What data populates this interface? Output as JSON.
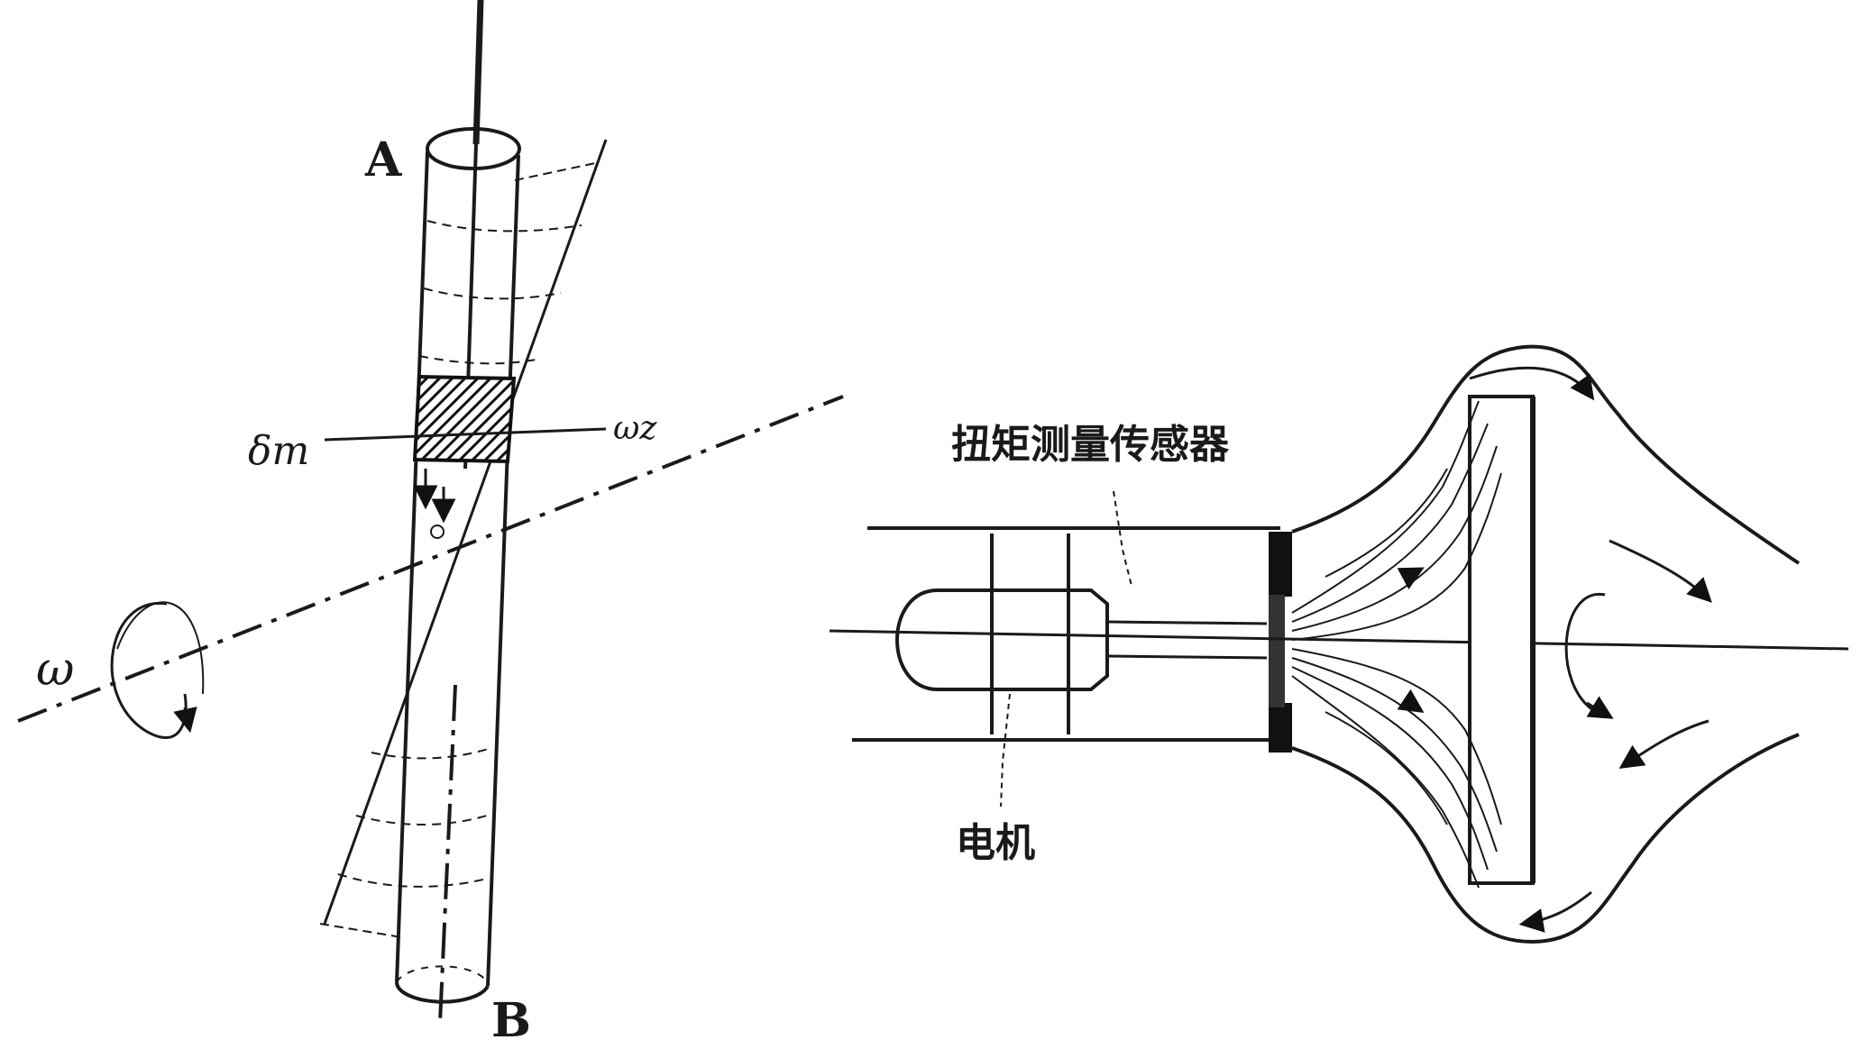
{
  "labels": {
    "point_a": "A",
    "point_b": "B",
    "delta_m": "δm",
    "omega_z": "ωz",
    "omega": "ω",
    "torque_sensor": "扭矩测量传感器",
    "motor": "电机"
  }
}
